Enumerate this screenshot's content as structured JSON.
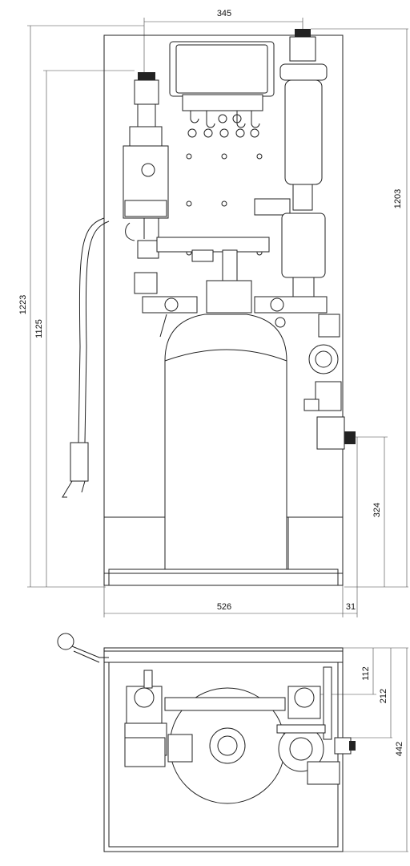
{
  "front_view": {
    "dimensions": {
      "top_width": "345",
      "right_height": "1203",
      "left_outer_height": "1223",
      "left_inner_height": "1125",
      "outlet_height": "324",
      "base_width": "526",
      "base_offset": "31"
    }
  },
  "top_view": {
    "dimensions": {
      "d112": "112",
      "d212": "212",
      "d442": "442"
    }
  }
}
